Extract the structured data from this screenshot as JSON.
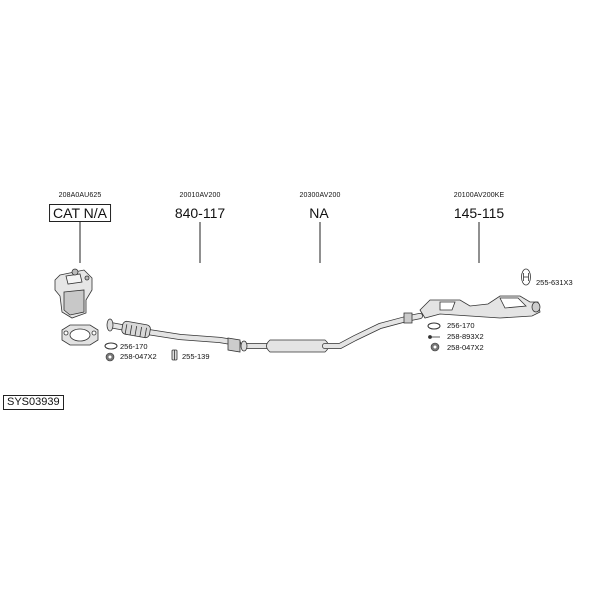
{
  "groups": [
    {
      "oe": "208A0AU625",
      "part": "CAT N/A"
    },
    {
      "oe": "20010AV200",
      "part": "840-117"
    },
    {
      "oe": "20300AV200",
      "part": "NA"
    },
    {
      "oe": "20100AV200KE",
      "part": "145-115"
    }
  ],
  "fittings": {
    "front": [
      "256-170",
      "258-047X2"
    ],
    "middle": [
      "255-139"
    ],
    "rear": [
      "256-170",
      "258-893X2",
      "258-047X2"
    ],
    "hanger": "255-631X3"
  },
  "system_code": "SYS03939"
}
